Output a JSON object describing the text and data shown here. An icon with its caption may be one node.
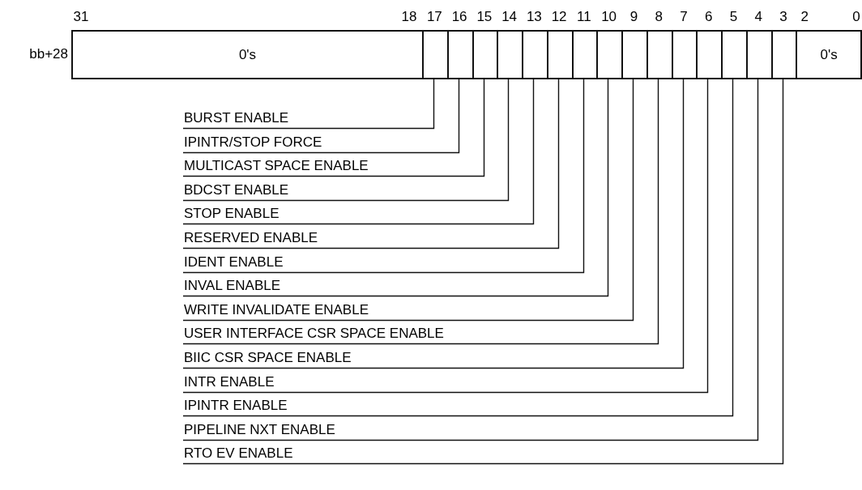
{
  "diagram": {
    "nodes": [
      {
        "text": [
          "0's"
        ]
      },
      {
        "text": [],
        "shape": "box"
      },
      {
        "text": [],
        "shape": "box"
      },
      {
        "text": [],
        "shape": "box"
      },
      {
        "text": [],
        "shape": "box"
      },
      {
        "text": [],
        "shape": "box"
      },
      {
        "text": [],
        "shape": "box"
      },
      {
        "text": [],
        "shape": "box"
      },
      {
        "text": [],
        "shape": "box"
      },
      {
        "text": [],
        "shape": "box"
      },
      {
        "text": [],
        "shape": "box"
      },
      {
        "text": [],
        "shape": "box"
      },
      {
        "text": [],
        "shape": "box"
      },
      {
        "text": [],
        "shape": "box"
      },
      {
        "text": [],
        "shape": "box"
      },
      {
        "text": [],
        "shape": "box"
      },
      {
        "text": [
          "0's"
        ]
      },
      {
        "text": [
          "BURST ENABLE"
        ]
      },
      {
        "text": [
          "IPINTR/STOP FORCE"
        ]
      },
      {
        "text": [
          "MULTICAST SPACE ENABLE"
        ]
      },
      {
        "text": [
          "BDCST ENABLE"
        ]
      },
      {
        "text": [
          "STOP ENABLE"
        ]
      },
      {
        "text": [
          "RESERVED ENABLE"
        ]
      },
      {
        "text": [
          "IDENT ENABLE"
        ]
      },
      {
        "text": [
          "INVAL ENABLE"
        ]
      },
      {
        "text": [
          "WRITE INVALIDATE ENABLE"
        ]
      },
      {
        "text": [
          "USER INTERFACE CSR SPACE ENABLE"
        ]
      },
      {
        "text": [
          "BIIC CSR SPACE ENABLE"
        ]
      },
      {
        "text": [
          "INTR ENABLE"
        ]
      },
      {
        "text": [
          "IPINTR ENABLE"
        ]
      },
      {
        "text": [
          "PIPELINE NXT ENABLE"
        ]
      },
      {
        "text": [
          "RTO EV ENABLE"
        ]
      }
    ],
    "edges": [
      {
        "from": 17,
        "to": 1,
        "arrow": "none"
      },
      {
        "from": 18,
        "to": 2,
        "arrow": "none"
      },
      {
        "from": 19,
        "to": 3,
        "arrow": "none"
      },
      {
        "from": 20,
        "to": 4,
        "arrow": "none"
      },
      {
        "from": 21,
        "to": 5,
        "arrow": "none"
      },
      {
        "from": 22,
        "to": 6,
        "arrow": "none"
      },
      {
        "from": 23,
        "to": 7,
        "arrow": "none"
      },
      {
        "from": 24,
        "to": 8,
        "arrow": "none"
      },
      {
        "from": 25,
        "to": 9,
        "arrow": "none"
      },
      {
        "from": 26,
        "to": 10,
        "arrow": "none"
      },
      {
        "from": 27,
        "to": 11,
        "arrow": "none"
      },
      {
        "from": 28,
        "to": 12,
        "arrow": "none"
      },
      {
        "from": 29,
        "to": 13,
        "arrow": "none"
      },
      {
        "from": 30,
        "to": 14,
        "arrow": "none"
      },
      {
        "from": 31,
        "to": 15,
        "arrow": "none"
      }
    ],
    "labels": [
      "31",
      "18",
      "17",
      "16",
      "15",
      "14",
      "13",
      "12",
      "11",
      "10",
      "9",
      "8",
      "7",
      "6",
      "5",
      "4",
      "3",
      "2",
      "0",
      "bb+28"
    ]
  }
}
